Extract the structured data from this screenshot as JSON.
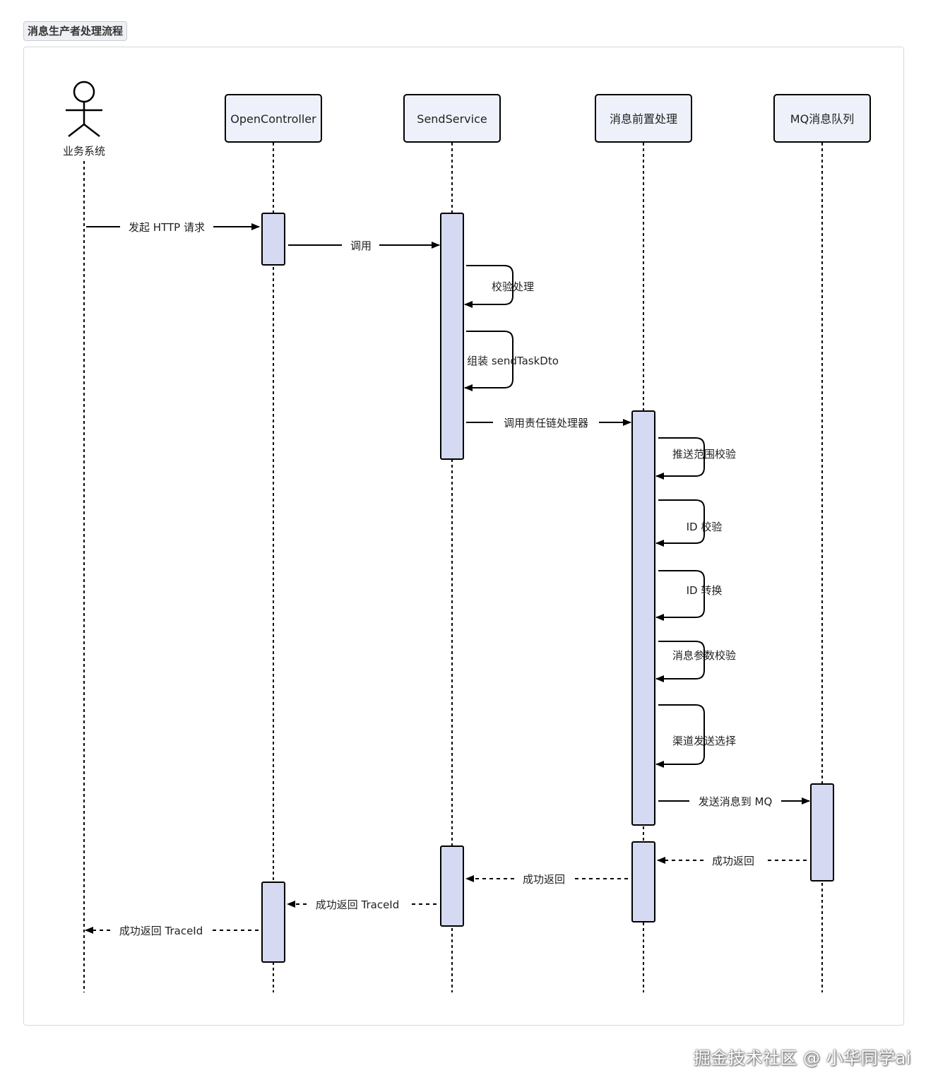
{
  "diagram": {
    "title": "消息生产者处理流程",
    "actor": {
      "label": "业务系统"
    },
    "participants": [
      {
        "id": "open",
        "label": "OpenController"
      },
      {
        "id": "send",
        "label": "SendService"
      },
      {
        "id": "pre",
        "label": "消息前置处理"
      },
      {
        "id": "mq",
        "label": "MQ消息队列"
      }
    ],
    "messages": {
      "http_request": "发起 HTTP 请求",
      "invoke": "调用",
      "validate": "校验处理",
      "assemble": "组装 sendTaskDto",
      "invoke_chain": "调用责任链处理器",
      "scope_check": "推送范围校验",
      "id_check": "ID 校验",
      "id_convert": "ID 转换",
      "param_check": "消息参数校验",
      "channel_select": "渠道发送选择",
      "send_to_mq": "发送消息到 MQ",
      "mq_return": "成功返回",
      "pre_return": "成功返回",
      "send_return": "成功返回 TraceId",
      "open_return": "成功返回 TraceId"
    }
  },
  "footer": {
    "watermark": "掘金技术社区 @ 小华同学ai"
  }
}
